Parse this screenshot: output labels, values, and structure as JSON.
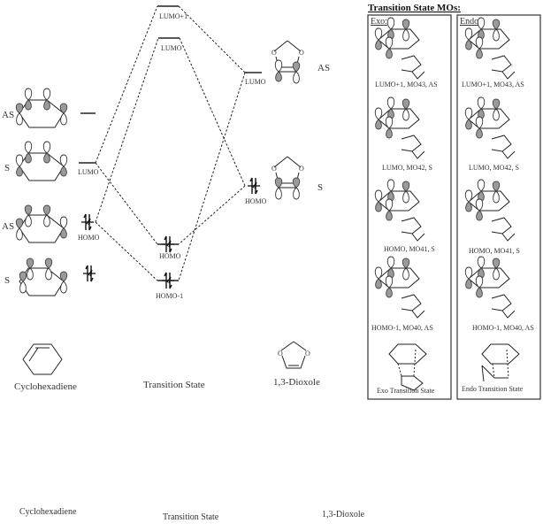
{
  "diagram_title": "Transition State MOs:",
  "correlation": {
    "cyclohexadiene_orbitals": [
      {
        "symmetry": "AS",
        "occupied": false,
        "level_label": ""
      },
      {
        "symmetry": "S",
        "occupied": false,
        "level_label": "LUMO"
      },
      {
        "symmetry": "AS",
        "occupied": true,
        "level_label": "HOMO"
      },
      {
        "symmetry": "S",
        "occupied": true,
        "level_label": ""
      }
    ],
    "transition_state_levels": [
      {
        "label": "LUMO+1",
        "occupied": false
      },
      {
        "label": "LUMO",
        "occupied": false
      },
      {
        "label": "HOMO",
        "occupied": true
      },
      {
        "label": "HOMO-1",
        "occupied": true
      }
    ],
    "dioxole_orbitals": [
      {
        "symmetry": "AS",
        "occupied": false,
        "level_label": "LUMO"
      },
      {
        "symmetry": "S",
        "occupied": true,
        "level_label": "HOMO"
      }
    ],
    "column_labels": {
      "left": "Cyclohexadiene",
      "middle": "Transition State",
      "right": "1,3-Dioxole"
    },
    "oxygen_symbol": "O"
  },
  "ts_panels": {
    "exo": {
      "header": "Exo:",
      "captions": [
        "LUMO+1, MO43, AS",
        "LUMO, MO42, S",
        "HOMO, MO41, S",
        "HOMO-1, MO40, AS"
      ],
      "structure_caption": "Exo Transition State"
    },
    "endo": {
      "header": "Endo:",
      "captions": [
        "LUMO+1, MO43, AS",
        "LUMO, MO42, S",
        "HOMO, MO41, S",
        "HOMO-1, MO40, AS"
      ],
      "structure_caption": "Endo Transition State"
    }
  },
  "footer_labels": {
    "left": "Cyclohexadiene",
    "middle": "Transition State",
    "right": "1,3-Dioxole"
  }
}
